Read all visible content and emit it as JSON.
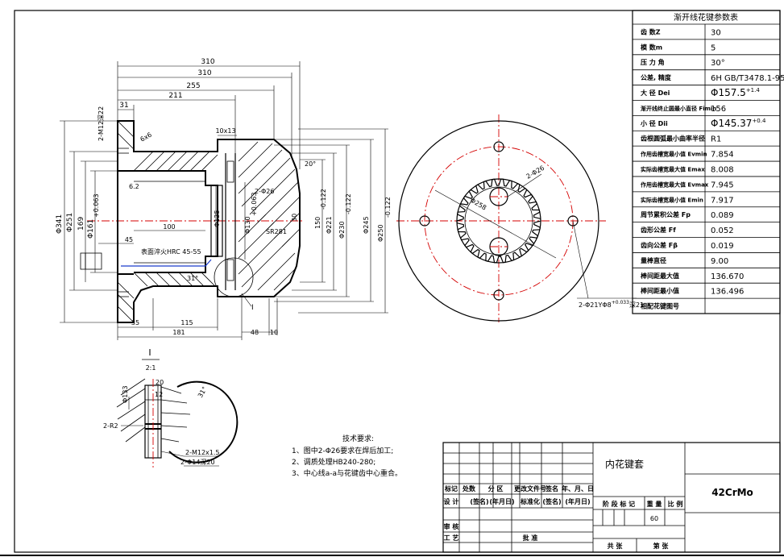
{
  "param_table": {
    "title": "渐开线花键参数表",
    "rows": [
      {
        "label": "齿 数Z",
        "value": "30",
        "sup": ""
      },
      {
        "label": "模 数m",
        "value": "5",
        "sup": ""
      },
      {
        "label": "压 力 角",
        "value": "30°",
        "sup": ""
      },
      {
        "label": "公差, 精度",
        "value": "6H GB/T3478.1-95",
        "sup": ""
      },
      {
        "label": "大 径 Dei",
        "value": "Φ157.5",
        "sup": "+1.4"
      },
      {
        "label": "渐开线终止圆最小直径 Fimin",
        "value": "156",
        "sup": ""
      },
      {
        "label": "小 径 Dii",
        "value": "Φ145.37",
        "sup": "+0.4"
      },
      {
        "label": "齿根圆弧最小曲率半径",
        "value": "R1",
        "sup": ""
      },
      {
        "label": "作用齿槽宽最小值 Evmin",
        "value": "7.854",
        "sup": ""
      },
      {
        "label": "实际齿槽宽最大值 Emax",
        "value": "8.008",
        "sup": ""
      },
      {
        "label": "作用齿槽宽最大值 Evmax",
        "value": "7.945",
        "sup": ""
      },
      {
        "label": "实际齿槽宽最小值 Emin",
        "value": "7.917",
        "sup": ""
      },
      {
        "label": "周节累积公差 Fp",
        "value": "0.089",
        "sup": ""
      },
      {
        "label": "齿形公差 Ff",
        "value": "0.052",
        "sup": ""
      },
      {
        "label": "齿向公差 Fβ",
        "value": "0.019",
        "sup": ""
      },
      {
        "label": "量棒直径",
        "value": "9.00",
        "sup": ""
      },
      {
        "label": "棒间距最大值",
        "value": "136.670",
        "sup": ""
      },
      {
        "label": "棒间距最小值",
        "value": "136.496",
        "sup": ""
      },
      {
        "label": "相配花键图号",
        "value": "",
        "sup": ""
      }
    ]
  },
  "section_dims": {
    "d310a": "310",
    "d310b": "310",
    "d255": "255",
    "d211": "211",
    "d31": "31",
    "d10x13": "10x13",
    "d2m12": "2-M12深22",
    "d6x6": "6x6",
    "d62": "6.2",
    "d20deg": "20°",
    "d26phi": "2-Φ26",
    "d100": "100",
    "d45": "45",
    "d35": "35",
    "d115": "115",
    "d181": "181",
    "d48": "48",
    "d10": "10",
    "dSR": "SR281",
    "d30": "30",
    "d31deg": "31°",
    "dI": "I",
    "note_heat": "表面淬火HRC 45-55",
    "v341": "Φ341",
    "v251": "Φ251",
    "v169": "169",
    "v161": "Φ161",
    "v161tol": "+0.063",
    "v125": "Φ125",
    "v130": "Φ130",
    "v130tol": "+0.063",
    "v230": "Φ230",
    "v230tol": "-0.122",
    "v245": "Φ245",
    "v250": "Φ250",
    "v250tol": "-0.122",
    "v221": "Φ221",
    "v150": "150",
    "v150tol": "-0.122"
  },
  "end_view": {
    "label_phi26": "2-Φ26",
    "label_phi258": "Φ258",
    "label_holes": "2-Φ21YΦ8",
    "label_holes_sup": "+0.033",
    "label_holes_tail": "深21"
  },
  "detail": {
    "title": "I",
    "scale": "2:1",
    "phi133": "Φ133",
    "d20": "20",
    "d12": "12",
    "d31": "31°",
    "r2": "2-R2",
    "m12": "2-M12x1.5",
    "phi14": "2-Φ14深20"
  },
  "tech_req": {
    "title": "技术要求:",
    "items": [
      "1、图中2-Φ26要求在焊后加工;",
      "2、调质处理HB240-280;",
      "3、中心线a-a与花键齿中心重合。"
    ]
  },
  "title_block": {
    "part_name": "内花键套",
    "material": "42CrMo",
    "h_mark": "标记",
    "h_count": "处数",
    "h_zone": "分 区",
    "h_docno": "更改文件号",
    "h_sign": "签名",
    "h_date": "年、月、日",
    "r_design": "设 计",
    "r_sign1": "(签名)",
    "r_date1": "(年月日)",
    "r_std": "标准化",
    "r_sign2": "(签名)",
    "r_date2": "(年月日)",
    "r_check": "审 核",
    "r_process": "工 艺",
    "r_approve": "批 准",
    "h_stage": "阶 段 标 记",
    "h_weight": "重 量",
    "h_ratio": "比 例",
    "weight": "60",
    "sheet_total": "共 张",
    "sheet_no": "第 张"
  }
}
